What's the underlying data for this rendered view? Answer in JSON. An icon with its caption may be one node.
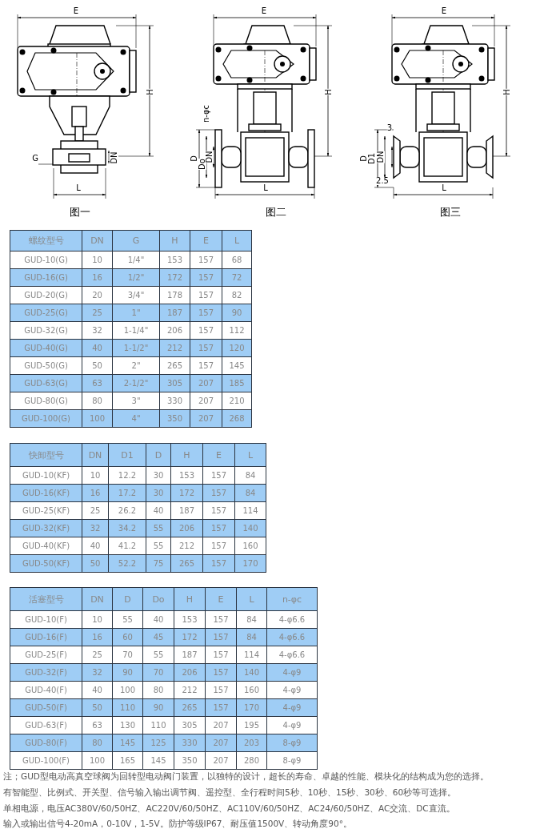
{
  "diagram": {
    "labels": [
      "E",
      "H",
      "G",
      "DN",
      "L",
      "图一",
      "E",
      "H",
      "n-φc",
      "D",
      "Do",
      "DN",
      "L",
      "图二",
      "E",
      "H",
      "3",
      "D",
      "D1",
      "DN",
      "2.5",
      "L",
      "图三",
      "螺纹型号",
      "DN",
      "G",
      "H",
      "E",
      "L",
      "GUD-10(G)",
      "10",
      "1/4\"",
      "153",
      "157",
      "68",
      "GUD-16(G)",
      "16",
      "1/2\"",
      "172",
      "157",
      "72",
      "GUD-20(G)",
      "20",
      "3/4\"",
      "178",
      "157",
      "82",
      "GUD-25(G)",
      "25",
      "1\"",
      "187",
      "157",
      "90",
      "GUD-32(G)",
      "32",
      "1-1/4\"",
      "206",
      "157",
      "112",
      "GUD-40(G)",
      "40",
      "1-1/2\"",
      "212",
      "157",
      "120",
      "GUD-50(G)",
      "50",
      "2\"",
      "265",
      "157",
      "145",
      "GUD-63(G)",
      "63",
      "2-1/2\"",
      "305",
      "207",
      "185",
      "GUD-80(G)",
      "80",
      "3\"",
      "330",
      "207",
      "210",
      "GUD-100(G)",
      "100",
      "4\"",
      "350",
      "207",
      "268",
      "快卸型号",
      "DN",
      "D1",
      "D",
      "H",
      "E",
      "L",
      "GUD-10(KF)",
      "10",
      "12.2",
      "30",
      "153",
      "157",
      "84",
      "GUD-16(KF)",
      "16",
      "17.2",
      "30",
      "172",
      "157",
      "84",
      "GUD-25(KF)",
      "25",
      "26.2",
      "40",
      "187",
      "157",
      "114",
      "GUD-32(KF)",
      "32",
      "34.2",
      "55",
      "206",
      "157",
      "140",
      "GUD-40(KF)",
      "40",
      "41.2",
      "55",
      "212",
      "157",
      "160",
      "GUD-50(KF)",
      "50",
      "52.2",
      "75",
      "265",
      "157",
      "170",
      "活塞型号",
      "DN",
      "D",
      "Do",
      "H",
      "E",
      "L",
      "n-φc",
      "GUD-10(F)",
      "10",
      "55",
      "40",
      "153",
      "157",
      "84",
      "4-φ6.6",
      "GUD-16(F)",
      "16",
      "60",
      "45",
      "172",
      "157",
      "84",
      "4-φ6.6",
      "GUD-25(F)",
      "25",
      "70",
      "55",
      "187",
      "157",
      "114",
      "4-φ6.6",
      "GUD-32(F)",
      "32",
      "90",
      "70",
      "206",
      "157",
      "140",
      "4-φ9",
      "GUD-40(F)",
      "40",
      "100",
      "80",
      "212",
      "157",
      "160",
      "4-φ9",
      "GUD-50(F)",
      "50",
      "110",
      "90",
      "265",
      "157",
      "170",
      "4-φ9",
      "GUD-63(F)",
      "63",
      "130",
      "110",
      "305",
      "207",
      "195",
      "4-φ9",
      "GUD-80(F)",
      "80",
      "145",
      "125",
      "330",
      "207",
      "203",
      "8-φ9",
      "GUD-100(F)",
      "100",
      "165",
      "145",
      "350",
      "207",
      "280",
      "8-φ9",
      "注；GUD型电动高真空球阀为回转型电动阀门装置，以独特的设计，超长的寿命、卓越的性能、模块化的结构成为您的选择。",
      "有智能型、比例式、开关型、信号输入输出调节阀、遥控型、全行程时间5秒、10秒、15秒、30秒、60秒等可选择。",
      "单相电源，电压AC380V/60/50HZ、AC220V/60/50HZ、AC110V/60/50HZ、AC24/60/50HZ、AC交流、DC直流。",
      "输入或输出信号4-20mA，0-10V，1-5V。防护等级IP67、耐压值1500V、转动角度90°。"
    ]
  }
}
